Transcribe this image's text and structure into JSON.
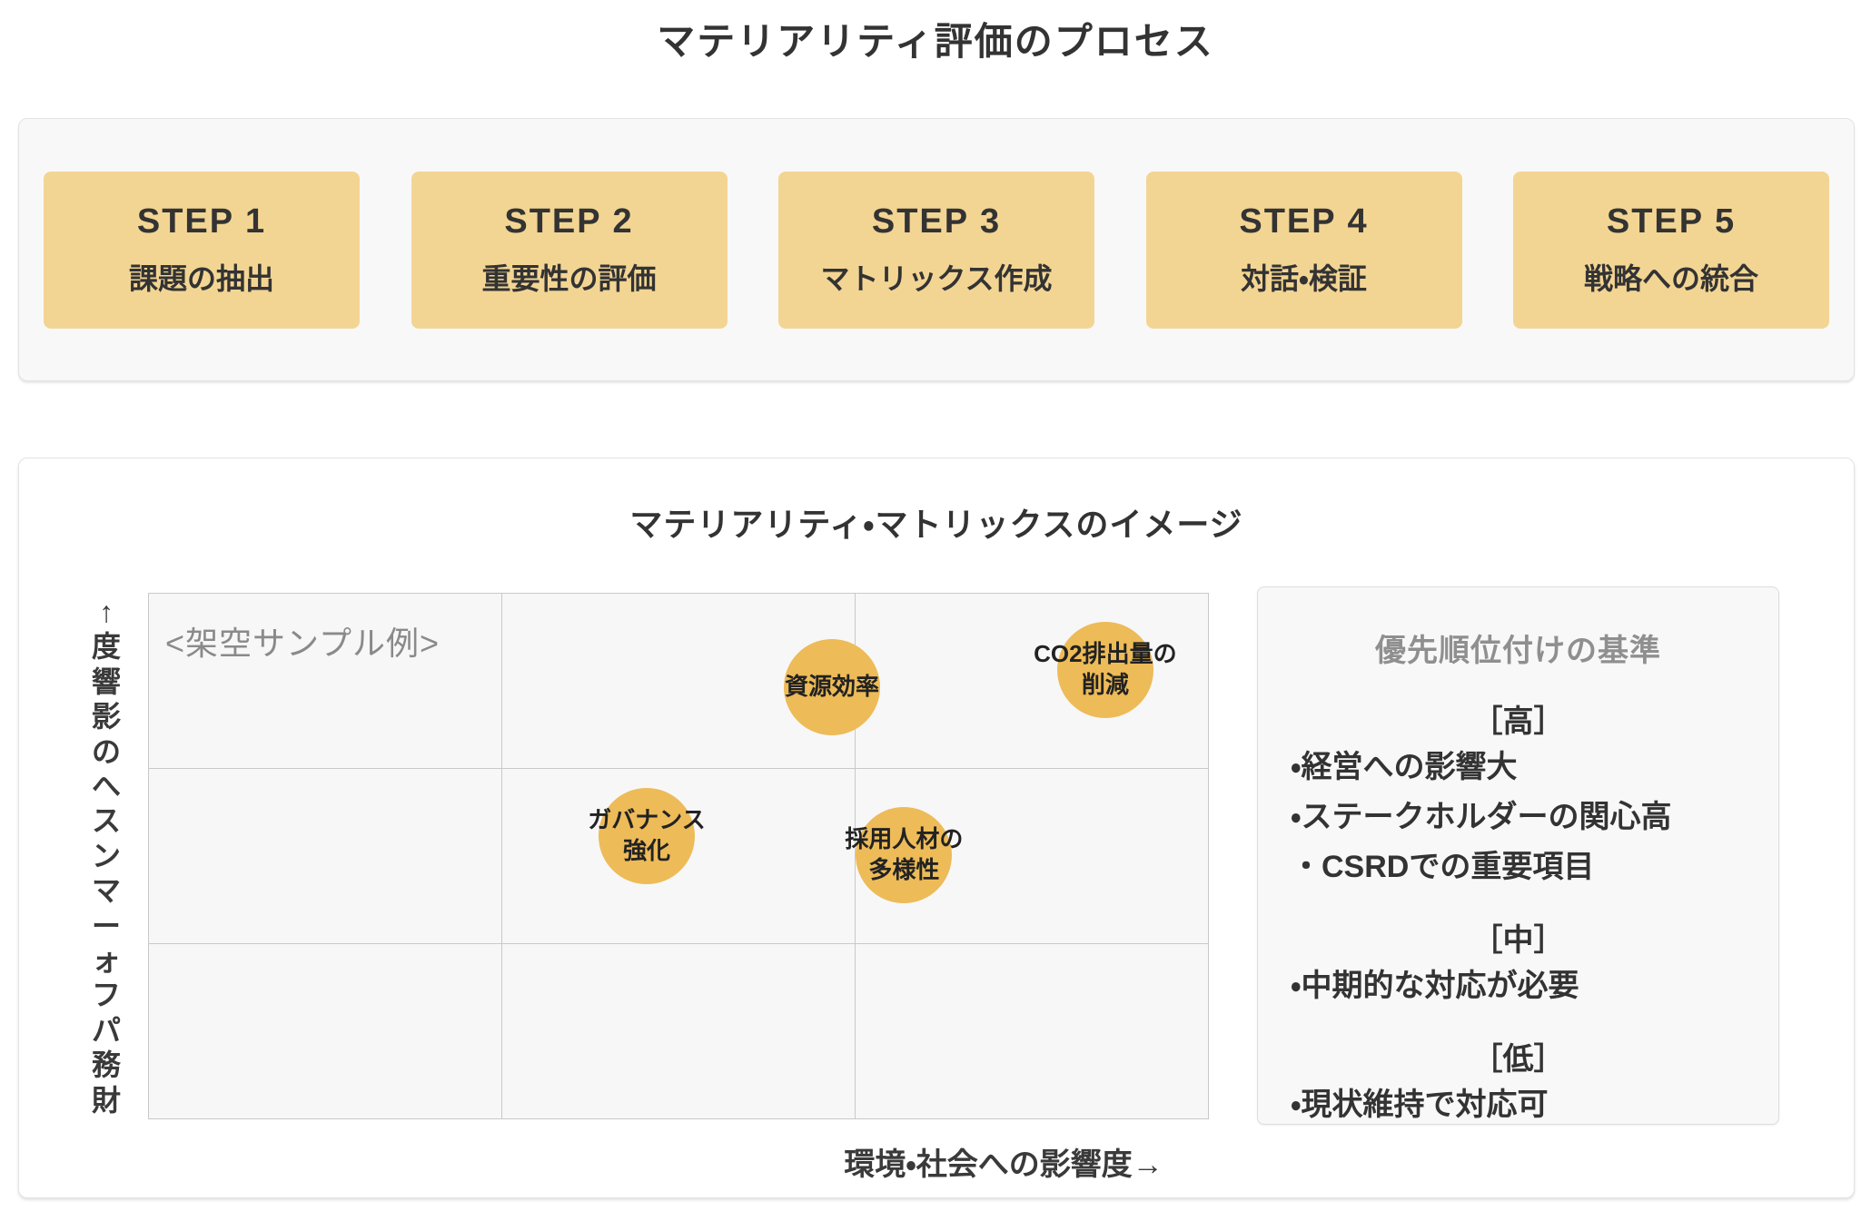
{
  "page": {
    "title": "マテリアリティ評価のプロセス"
  },
  "process": {
    "steps": [
      {
        "label": "STEP 1",
        "name": "課題の抽出"
      },
      {
        "label": "STEP 2",
        "name": "重要性の評価"
      },
      {
        "label": "STEP 3",
        "name": "マトリックス作成"
      },
      {
        "label": "STEP 4",
        "name": "対話・検証"
      },
      {
        "label": "STEP 5",
        "name": "戦略への統合"
      }
    ]
  },
  "matrix": {
    "title": "マテリアリティ・マトリックスのイメージ",
    "sample_note": "<架空サンプル例>",
    "x_axis_label": "環境・社会への影響度→",
    "y_axis_label": "財務パフォーマンスへの影響度→",
    "grid": {
      "rows": 3,
      "cols": 3
    },
    "bubbles": [
      {
        "label": "資源効率",
        "lines": [
          "資源効率"
        ],
        "x_pct": 64.5,
        "y_pct": 17.8
      },
      {
        "label": "CO2排出量の削減",
        "lines": [
          "CO2排出量の",
          "削減"
        ],
        "x_pct": 90.3,
        "y_pct": 14.5
      },
      {
        "label": "ガバナンス強化",
        "lines": [
          "ガバナンス",
          "強化"
        ],
        "x_pct": 47.0,
        "y_pct": 46.2
      },
      {
        "label": "採用人材の多様性",
        "lines": [
          "採用人材の",
          "多様性"
        ],
        "x_pct": 71.3,
        "y_pct": 49.8
      }
    ]
  },
  "criteria": {
    "title": "優先順位付けの基準",
    "groups": [
      {
        "level": "［高］",
        "items": [
          "・経営への影響大",
          "・ステークホルダーの関心高",
          "・CSRDでの重要項目"
        ]
      },
      {
        "level": "［中］",
        "items": [
          "・中期的な対応が必要"
        ]
      },
      {
        "level": "［低］",
        "items": [
          "・現状維持で対応可"
        ]
      }
    ]
  },
  "colors": {
    "step_fill": "#f3d593",
    "bubble_fill": "#edbb58",
    "card_bg": "#f8f8f8",
    "grid_cell_bg": "#f7f7f7",
    "grid_line": "#c9c9c9",
    "text_dark": "#333333",
    "text_gray": "#8a8a8a"
  }
}
